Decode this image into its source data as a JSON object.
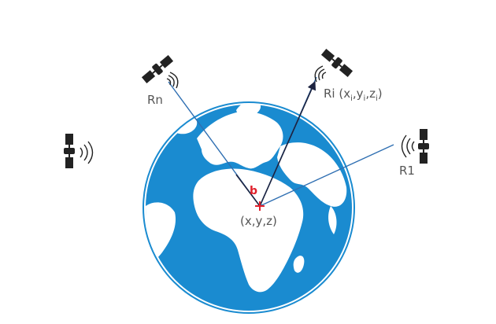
{
  "labels": {
    "rn": "Rn",
    "ri": "Ri",
    "ri_coords": {
      "open": "(x",
      "i1": "i",
      "c1": ",y",
      "i2": "i",
      "c2": ",z",
      "i3": "i",
      "close": ")"
    },
    "r1": "R1",
    "user": "(x,y,z)",
    "b": "b"
  },
  "colors": {
    "ocean": "#1a8bd0",
    "land": "#ffffff",
    "signal_line": "#2f6fb2",
    "vector_line": "#1c2340",
    "receiver_mark": "#e0202b",
    "satellite": "#222222",
    "text": "#555555"
  },
  "icons": [
    "satellite-icon",
    "signal-wave-icon",
    "earth-globe-icon",
    "receiver-cross-icon"
  ]
}
